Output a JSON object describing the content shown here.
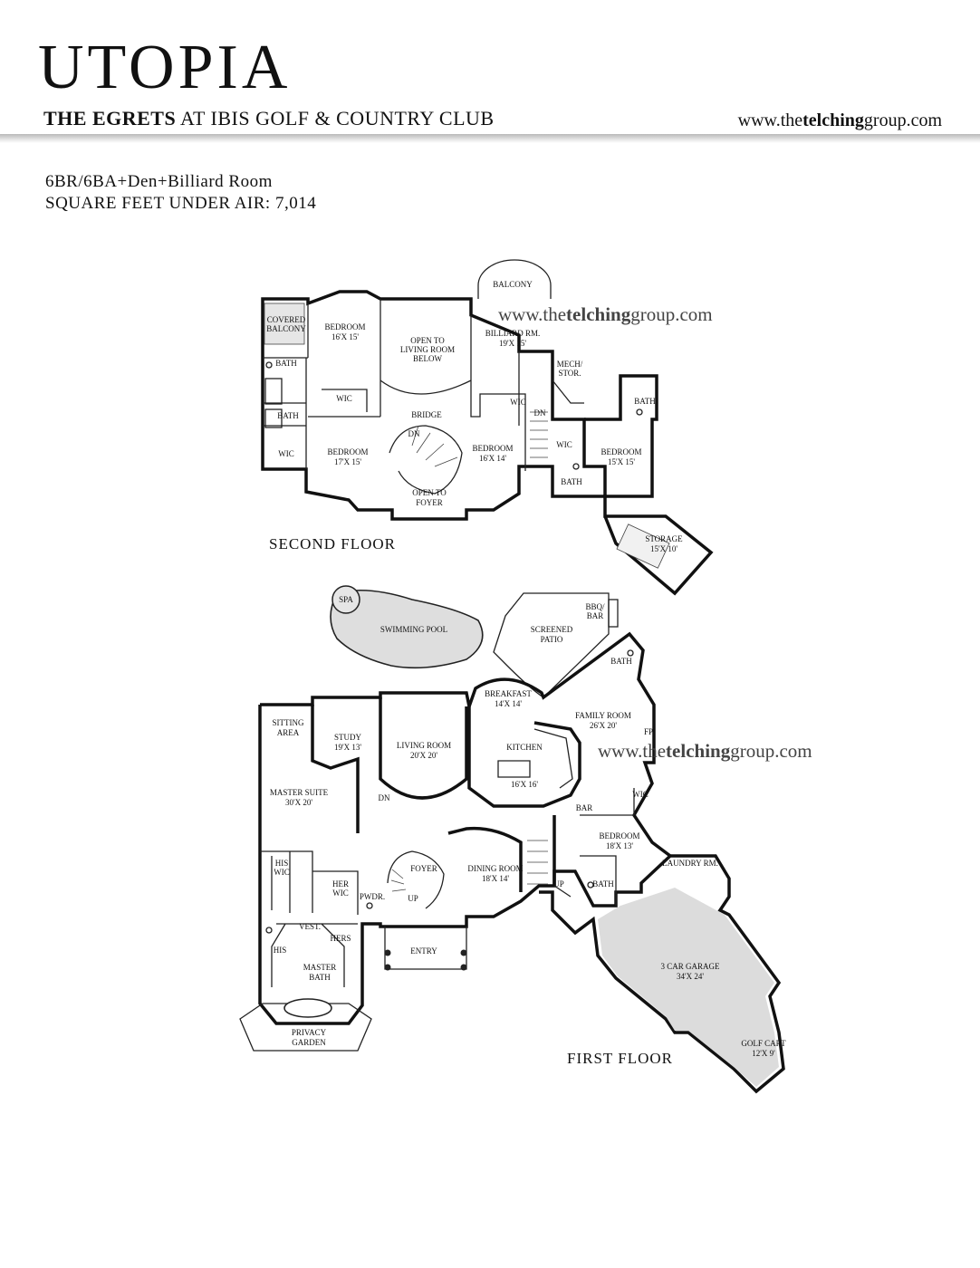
{
  "header": {
    "title": "UTOPIA",
    "subtitle_bold": "THE EGRETS",
    "subtitle_rest": "AT IBIS GOLF & COUNTRY CLUB",
    "website": {
      "pre": "www.the",
      "bold": "telching",
      "post": "group.com"
    }
  },
  "specs": {
    "line1": "6BR/6BA+Den+Billiard Room",
    "line2": "SQUARE FEET UNDER AIR: 7,014"
  },
  "watermark": {
    "pre": "www.the",
    "bold": "telching",
    "post": "group.com"
  },
  "second_floor": {
    "title": "SECOND FLOOR",
    "rooms": [
      {
        "name": "BALCONY",
        "dim": ""
      },
      {
        "name": "COVERED",
        "dim": "BALCONY"
      },
      {
        "name": "BEDROOM",
        "dim": "16'X 15'"
      },
      {
        "name": "OPEN TO",
        "line2": "LIVING ROOM",
        "dim": "BELOW"
      },
      {
        "name": "BILLIARD RM.",
        "dim": "19'X 15'"
      },
      {
        "name": "MECH/",
        "dim": "STOR."
      },
      {
        "name": "BATH",
        "dim": ""
      },
      {
        "name": "BATH",
        "dim": ""
      },
      {
        "name": "WIC",
        "dim": ""
      },
      {
        "name": "BRIDGE",
        "dim": ""
      },
      {
        "name": "WIC",
        "dim": ""
      },
      {
        "name": "DN",
        "dim": ""
      },
      {
        "name": "BATH",
        "dim": ""
      },
      {
        "name": "WIC",
        "dim": ""
      },
      {
        "name": "BEDROOM",
        "dim": "17'X 15'"
      },
      {
        "name": "DN",
        "dim": ""
      },
      {
        "name": "BEDROOM",
        "dim": "16'X 14'"
      },
      {
        "name": "WIC",
        "dim": ""
      },
      {
        "name": "BEDROOM",
        "dim": "15'X 15'"
      },
      {
        "name": "OPEN TO",
        "dim": "FOYER"
      },
      {
        "name": "BATH",
        "dim": ""
      },
      {
        "name": "STORAGE",
        "dim": "15'X 10'"
      }
    ]
  },
  "first_floor": {
    "title": "FIRST FLOOR",
    "rooms": [
      {
        "name": "SPA",
        "dim": ""
      },
      {
        "name": "SWIMMING POOL",
        "dim": ""
      },
      {
        "name": "BBQ/",
        "dim": "BAR"
      },
      {
        "name": "SCREENED",
        "dim": "PATIO"
      },
      {
        "name": "BATH",
        "dim": ""
      },
      {
        "name": "BREAKFAST",
        "dim": "14'X 14'"
      },
      {
        "name": "FAMILY ROOM",
        "dim": "26'X 20'"
      },
      {
        "name": "SITTING",
        "dim": "AREA"
      },
      {
        "name": "STUDY",
        "dim": "19'X 13'"
      },
      {
        "name": "LIVING ROOM",
        "dim": "20'X 20'"
      },
      {
        "name": "KITCHEN",
        "dim": ""
      },
      {
        "name": "FP",
        "dim": ""
      },
      {
        "name": "16'X 16'",
        "dim": ""
      },
      {
        "name": "MASTER SUITE",
        "dim": "30'X 20'"
      },
      {
        "name": "DN",
        "dim": ""
      },
      {
        "name": "WIC",
        "dim": ""
      },
      {
        "name": "BAR",
        "dim": ""
      },
      {
        "name": "BEDROOM",
        "dim": "18'X 13'"
      },
      {
        "name": "HIS",
        "dim": "WIC"
      },
      {
        "name": "HER",
        "dim": "WIC"
      },
      {
        "name": "FOYER",
        "dim": ""
      },
      {
        "name": "DINING ROOM",
        "dim": "18'X 14'"
      },
      {
        "name": "LAUNDRY RM.",
        "dim": ""
      },
      {
        "name": "PWDR.",
        "dim": ""
      },
      {
        "name": "UP",
        "dim": ""
      },
      {
        "name": "UP",
        "dim": ""
      },
      {
        "name": "BATH",
        "dim": ""
      },
      {
        "name": "VEST.",
        "dim": ""
      },
      {
        "name": "HIS",
        "dim": ""
      },
      {
        "name": "HERS",
        "dim": ""
      },
      {
        "name": "MASTER",
        "dim": "BATH"
      },
      {
        "name": "ENTRY",
        "dim": ""
      },
      {
        "name": "3 CAR GARAGE",
        "dim": "34'X 24'"
      },
      {
        "name": "PRIVACY",
        "dim": "GARDEN"
      },
      {
        "name": "GOLF CART",
        "dim": "12'X 9'"
      }
    ]
  }
}
